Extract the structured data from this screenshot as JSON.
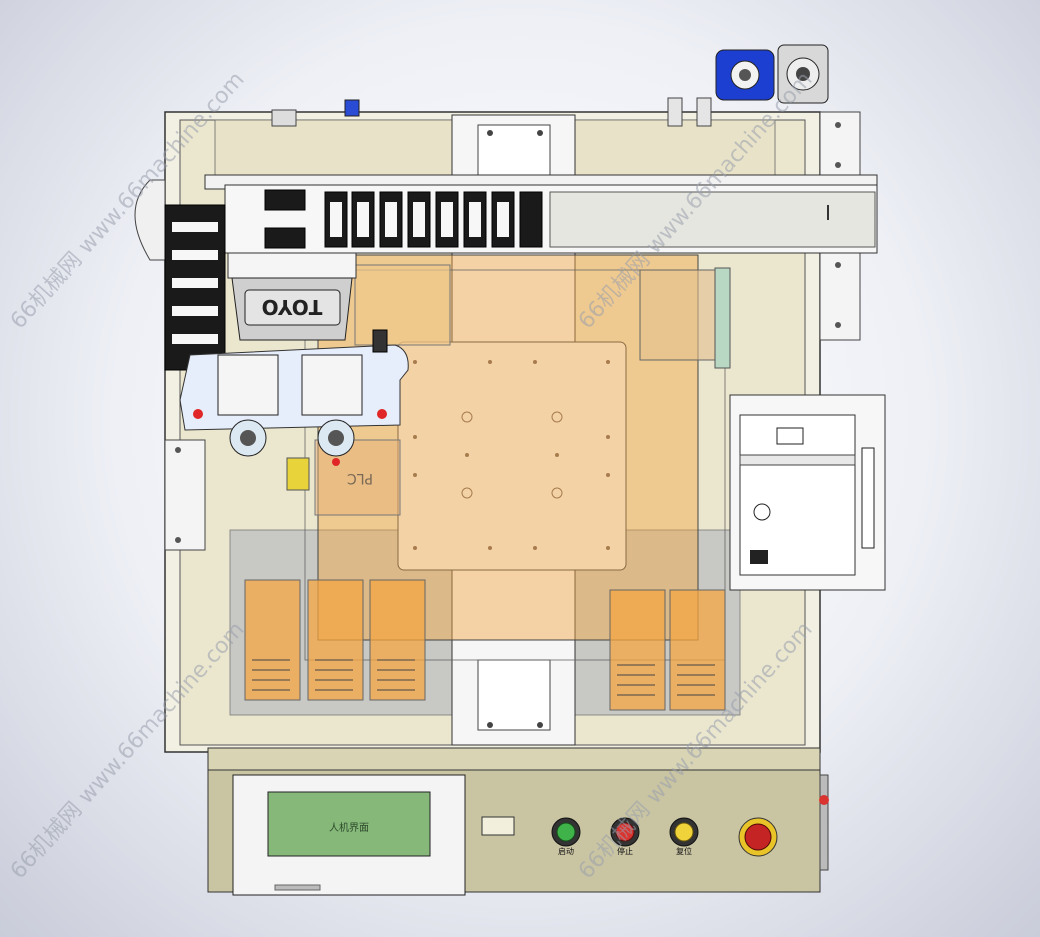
{
  "labels": {
    "motor_brand": "TOYO",
    "plc_tag": "PLC",
    "hmi_screen": "人机界面",
    "btn_green": "启动",
    "btn_red": "停止",
    "btn_yellow": "复位"
  },
  "watermarks": [
    "66机械网 www.66machine.com",
    "66机械网 www.66machine.com",
    "66机械网 www.66machine.com",
    "66机械网 www.66machine.com"
  ],
  "colors": {
    "frame": "#e9e6d2",
    "panel": "#c9c4a2",
    "orange": "#f5a742",
    "wood": "#f3d3a6",
    "hmi": "#86b87a",
    "btn_green": "#3fb34a",
    "btn_red": "#d9342f",
    "btn_yellow": "#f0d23a",
    "motor_blue": "#1d3fd1"
  }
}
